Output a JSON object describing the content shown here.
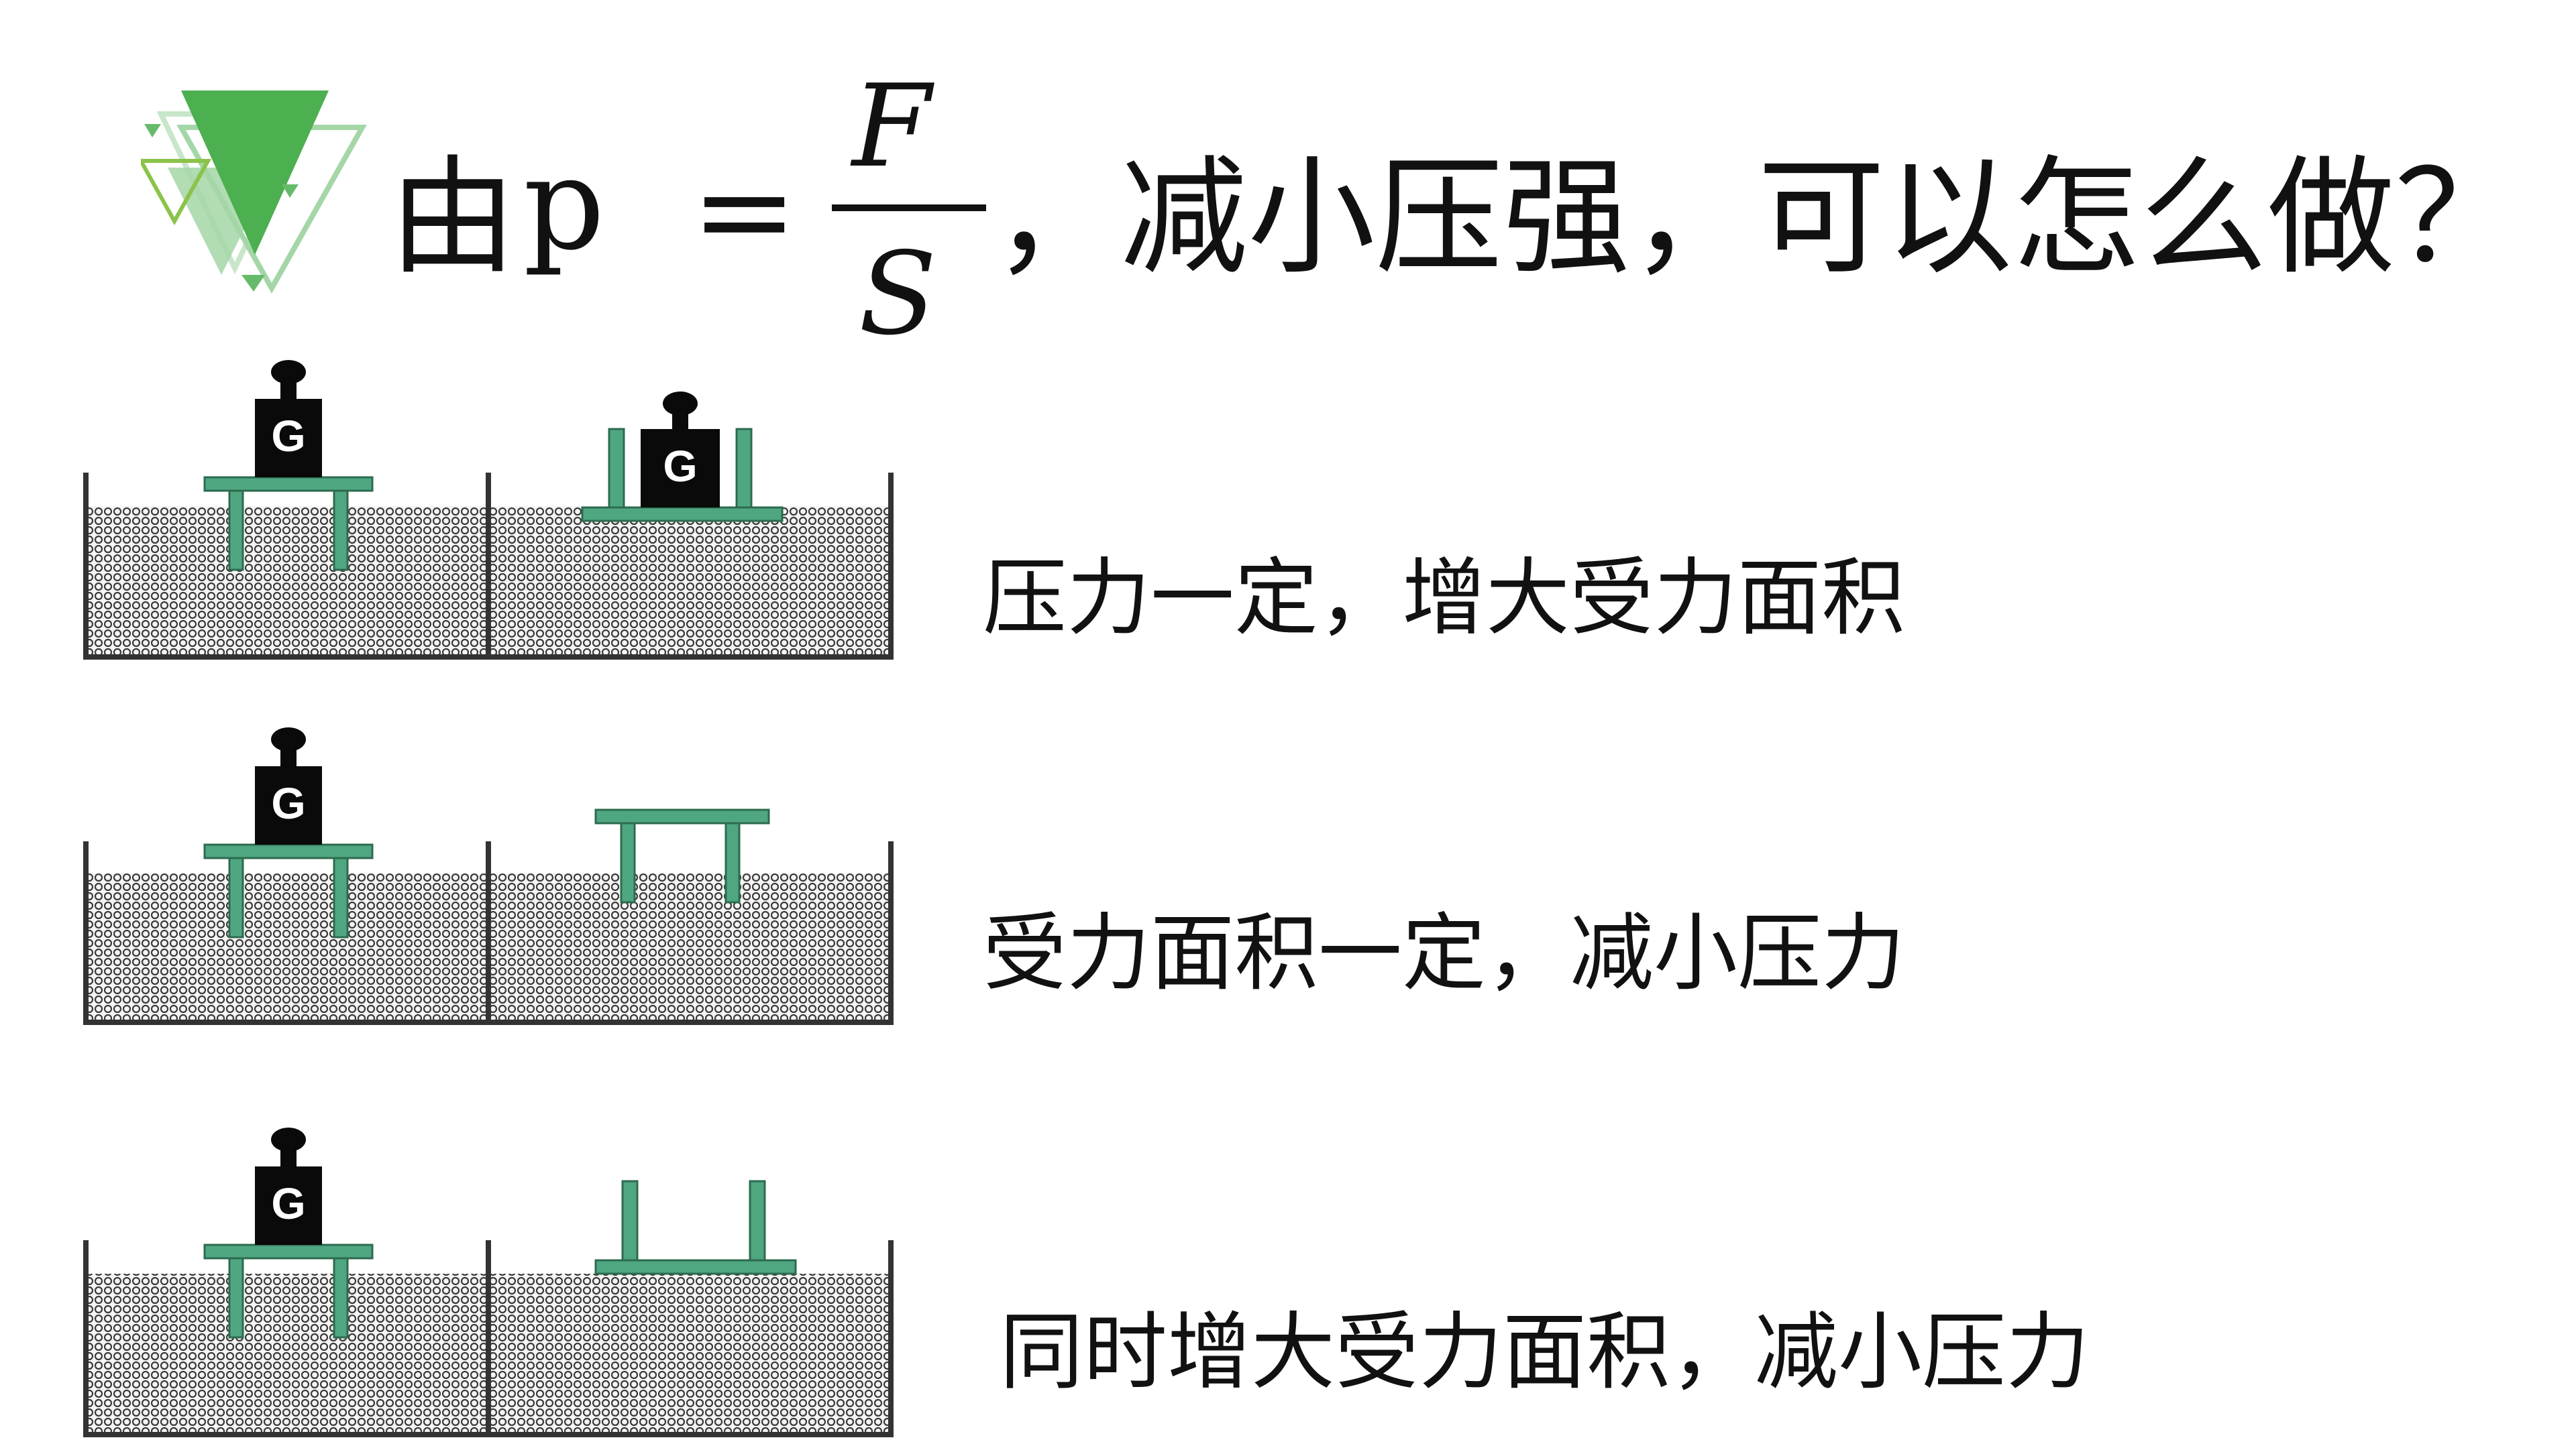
{
  "title": {
    "prefix": "由",
    "variable": "p",
    "equals": "=",
    "numerator": "F",
    "denominator": "S",
    "question": "，减小压强，可以怎么做？"
  },
  "rows": [
    {
      "caption": "压力一定，增大受力面积",
      "weight_label_left": "G",
      "weight_label_right": "G"
    },
    {
      "caption": "受力面积一定，减小压力",
      "weight_label_left": "G"
    },
    {
      "caption": "同时增大受力面积，减小压力",
      "weight_label_left": "G"
    }
  ],
  "colors": {
    "table_green": "#4fa781",
    "weight_black": "#0a0a0a",
    "logo_green": "#4caf50",
    "logo_light": "#a5d6a7",
    "logo_outline": "#8bc34a",
    "sand": "#bdbdbd",
    "container_edge": "#333333"
  },
  "icons": [
    "triangle-logo-icon",
    "weight-icon",
    "table-icon",
    "sand-container-icon"
  ]
}
